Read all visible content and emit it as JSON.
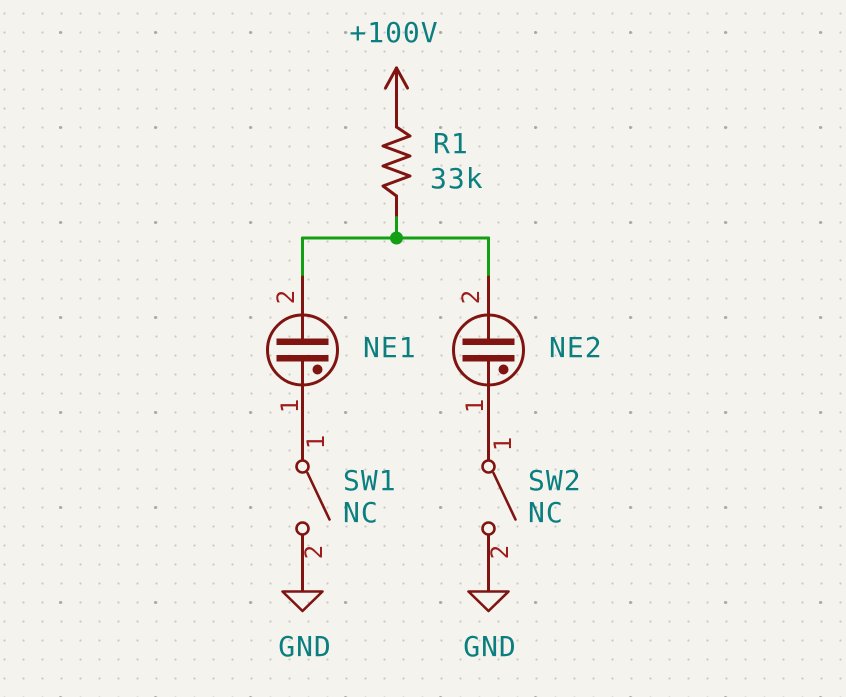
{
  "colors": {
    "bg": "#F4F3EE",
    "grid_dot": "#c7c7c3",
    "grid_dot_major": "#a9a9a5",
    "wire": "#12A012",
    "symbol": "#7F1410",
    "pin_number": "#9E1C1C",
    "label": "#0B7F7F"
  },
  "power": {
    "net": "+100V"
  },
  "resistor": {
    "ref": "R1",
    "value": "33k"
  },
  "lamps": [
    {
      "ref": "NE1",
      "pin_top": "2",
      "pin_bottom": "1"
    },
    {
      "ref": "NE2",
      "pin_top": "2",
      "pin_bottom": "1"
    }
  ],
  "switches": [
    {
      "ref": "SW1",
      "value": "NC",
      "pin_top": "1",
      "pin_bottom": "2"
    },
    {
      "ref": "SW2",
      "value": "NC",
      "pin_top": "1",
      "pin_bottom": "2"
    }
  ],
  "grounds": [
    {
      "net": "GND"
    },
    {
      "net": "GND"
    }
  ]
}
